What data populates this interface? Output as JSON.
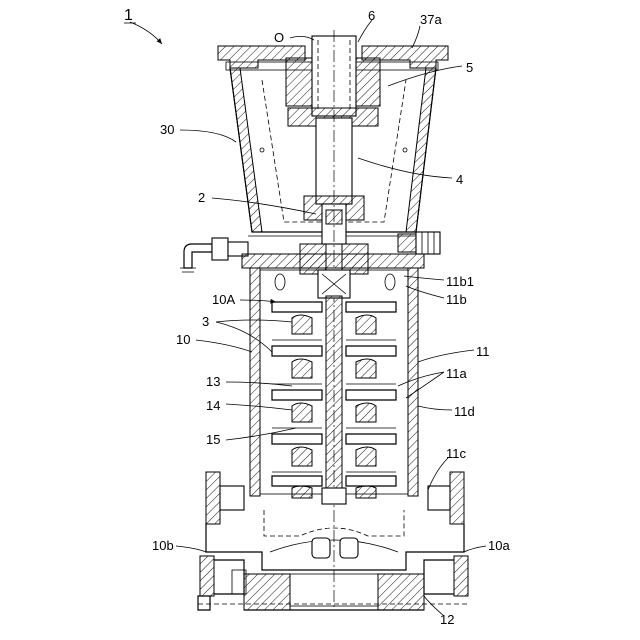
{
  "figure": {
    "labels": {
      "fig_no": "1",
      "center_o": "O",
      "l6": "6",
      "l37a": "37a",
      "l5": "5",
      "l30": "30",
      "l4": "4",
      "l2": "2",
      "l11b1": "11b1",
      "l11b": "11b",
      "l10A": "10A",
      "l3": "3",
      "l10": "10",
      "l11": "11",
      "l11a": "11a",
      "l13": "13",
      "l14": "14",
      "l11d": "11d",
      "l15": "15",
      "l11c": "11c",
      "l10b": "10b",
      "l10a": "10a",
      "l12": "12"
    }
  }
}
